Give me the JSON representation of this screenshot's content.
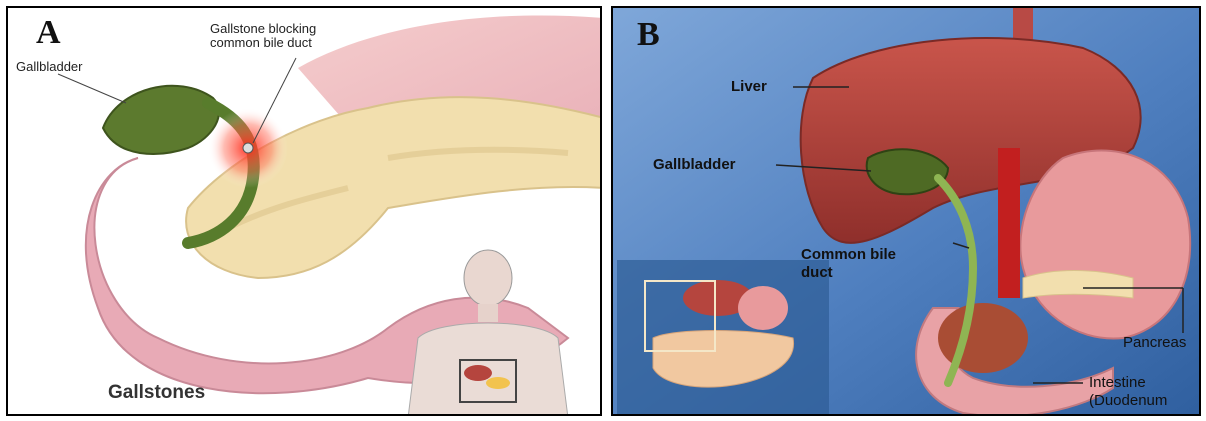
{
  "panel_a": {
    "letter": "A",
    "labels": {
      "gallbladder": "Gallbladder",
      "blocking_line1": "Gallstone blocking",
      "blocking_line2": "common bile duct",
      "title": "Gallstones"
    }
  },
  "panel_b": {
    "letter": "B",
    "labels": {
      "liver": "Liver",
      "gallbladder": "Gallbladder",
      "bile_line1": "Common bile",
      "bile_line2": "duct",
      "pancreas": "Pancreas",
      "intestine_line1": "Intestine",
      "intestine_line2": "(Duodenum"
    }
  },
  "colors": {
    "gallbladder": "#5c7a2e",
    "pancreas": "#f2dfae",
    "intestine": "#e9a6ae",
    "liver": "#b5453e",
    "background_b": "#4f7fbf",
    "highlight": "#ff3b2f"
  }
}
